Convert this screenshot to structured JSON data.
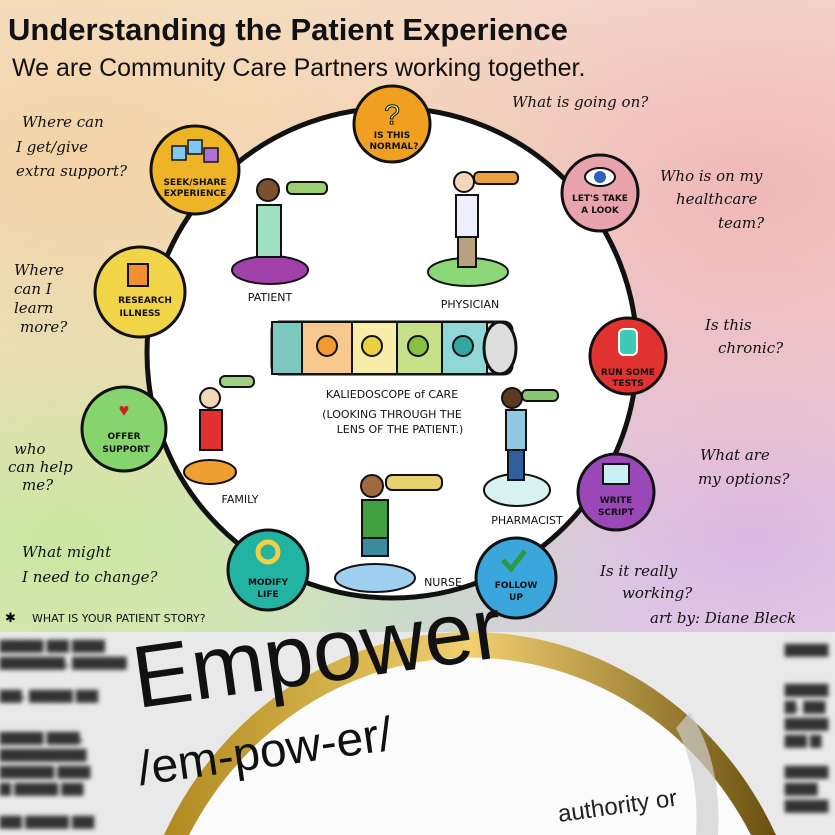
{
  "header": {
    "title": "Understanding the Patient Experience",
    "subtitle": "We are Community Care Partners working together."
  },
  "center": {
    "title": "KALIEDOSCOPE of CARE",
    "subtitle_line1": "(LOOKING THROUGH THE",
    "subtitle_line2": "LENS OF THE PATIENT.)"
  },
  "nodes": [
    {
      "line1": "?",
      "line2": "IS THIS",
      "line3": "NORMAL?",
      "color": "#f0a020"
    },
    {
      "line1": "LET'S TAKE",
      "line2": "A LOOK",
      "color": "#e9a3ad"
    },
    {
      "line1": "RUN SOME",
      "line2": "TESTS",
      "color": "#e0322e"
    },
    {
      "line1": "WRITE",
      "line2": "SCRIPT",
      "color": "#9a48b8"
    },
    {
      "line1": "FOLLOW",
      "line2": "UP",
      "color": "#3aa6dc"
    },
    {
      "line1": "MODIFY",
      "line2": "LIFE",
      "color": "#22b3a3"
    },
    {
      "line1": "OFFER",
      "line2": "SUPPORT",
      "color": "#86d46e"
    },
    {
      "line1": "RESEARCH",
      "line2": "ILLNESS",
      "color": "#f1d448"
    },
    {
      "line1": "SEEK/SHARE",
      "line2": "EXPERIENCE",
      "color": "#efb426"
    }
  ],
  "roles": [
    "PATIENT",
    "PHYSICIAN",
    "FAMILY",
    "PHARMACIST",
    "NURSE"
  ],
  "questions": {
    "q1": [
      "What is going on?"
    ],
    "q2": [
      "Who is on my",
      "healthcare",
      "team?"
    ],
    "q3": [
      "Is this",
      "chronic?"
    ],
    "q4": [
      "What are",
      "my options?"
    ],
    "q5": [
      "Is it really",
      "working?"
    ],
    "q6": [
      "What might",
      "I need to change?"
    ],
    "q7": [
      "who",
      "can help",
      "me?"
    ],
    "q8": [
      "Where",
      "can I",
      "learn",
      "more?"
    ],
    "q9": [
      "Where can",
      "I get/give",
      "extra support?"
    ]
  },
  "footer": {
    "story": "WHAT IS YOUR PATIENT STORY?",
    "credit": "art by: Diane Bleck"
  },
  "magnifier": {
    "word": "Empower",
    "pronunciation": "/em-pow-er/",
    "definition_fragment": "authority or"
  }
}
